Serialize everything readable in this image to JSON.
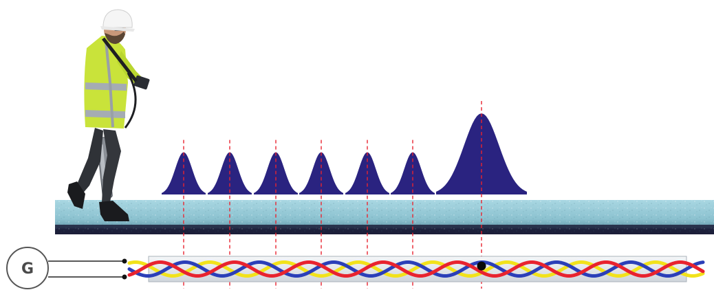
{
  "generator": {
    "label": "G"
  },
  "signal_peaks": {
    "count": 7,
    "fault_peak_index": 6,
    "relative_heights": [
      0.52,
      0.52,
      0.52,
      0.52,
      0.52,
      0.52,
      1.0
    ]
  },
  "cable": {
    "conductor_colors": [
      "#2b3fb8",
      "#e8232f",
      "#f2e21b"
    ],
    "fault_marker": "black-dot"
  },
  "icons": {
    "technician": "technician-with-locator-icon",
    "generator": "generator-icon"
  },
  "colors": {
    "peak_fill": "#2a2380",
    "marker_line": "#e8232f",
    "ground_top": "#9fd0dc",
    "ground_bottom": "#1c1f3a",
    "sheath": "#e9ecef"
  }
}
